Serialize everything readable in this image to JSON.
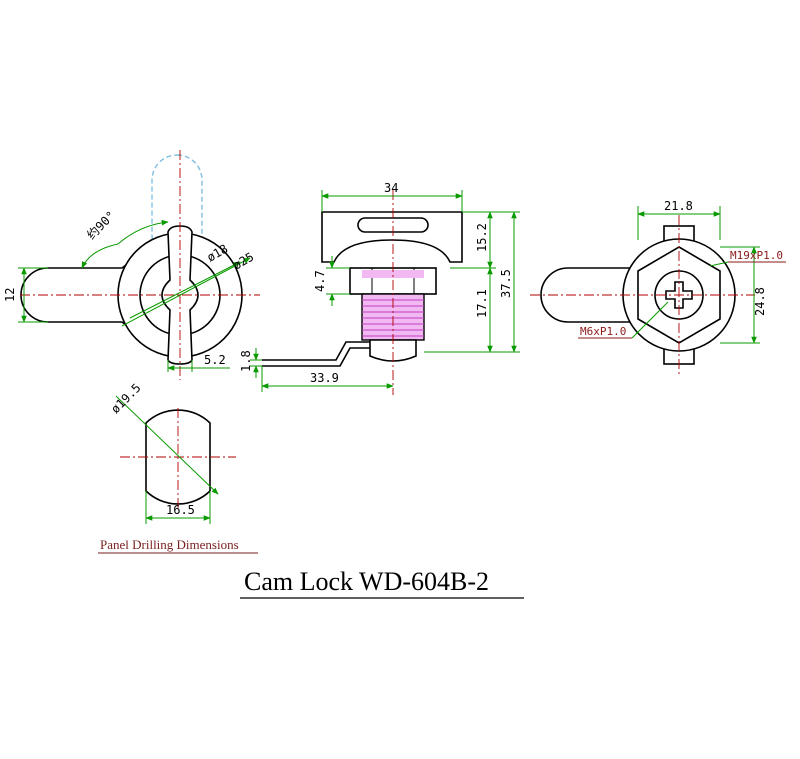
{
  "side_view": {
    "rotation_label": "约90°",
    "dim_d18": "ø18",
    "dim_d25": "ø25",
    "dim_height": "12",
    "dim_tab": "5.2"
  },
  "front_view": {
    "dim_width": "34",
    "dim_top": "15.2",
    "dim_nut": "4.7",
    "dim_body": "17.1",
    "dim_total": "37.5",
    "dim_cam_thickness": "1.8",
    "dim_cam_length": "33.9"
  },
  "rear_view": {
    "dim_width": "21.8",
    "dim_height": "24.8",
    "thread_outer": "M19xP1.0",
    "thread_screw": "M6xP1.0"
  },
  "panel_cutout": {
    "dim_diameter": "ø19.5",
    "dim_flat": "16.5",
    "caption": "Panel Drilling Dimensions"
  },
  "title": "Cam Lock WD-604B-2",
  "colors": {
    "dimension": "#0a9a00",
    "centerline": "#b00000",
    "thread": "#e080e0",
    "phantom": "#7fbfe0",
    "caption": "#7a1f1f"
  }
}
